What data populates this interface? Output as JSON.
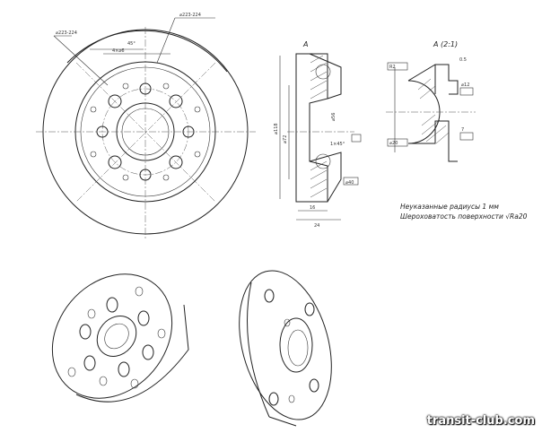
{
  "front_view": {
    "outer_dia_callout": "⌀223-224",
    "rim_dia_callout": "⌀223-224",
    "pcd_label": "4×⌀6",
    "angle_label": "45°"
  },
  "section_view": {
    "view_marker": "A",
    "overall_dia": "⌀118",
    "hub_dia": "⌀72",
    "bore_dia": "⌀56",
    "chamfer": "1×45°",
    "bottom_width": "16",
    "thickness": "24",
    "flange_label": "⌀40"
  },
  "detail_view": {
    "title": "A (2:1)",
    "dims": [
      "0.5",
      "⌀12",
      "⌀20",
      "7",
      "R2"
    ]
  },
  "notes": {
    "line1": "Неуказанные радиусы 1 мм",
    "line2": "Шероховатость поверхности √Ra20"
  },
  "watermark": "transit-club.com"
}
